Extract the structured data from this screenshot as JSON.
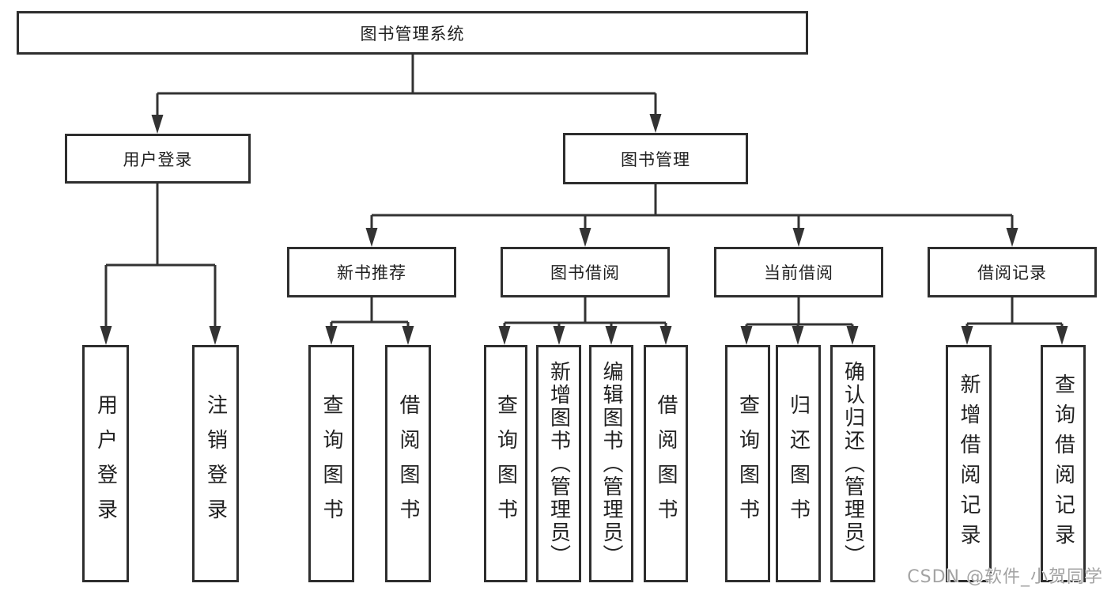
{
  "watermark": "CSDN @软件_小贺同学",
  "colors": {
    "line": "#333333",
    "border": "#2e2e2e",
    "text": "#222222",
    "watermark": "#a3a3a3"
  },
  "tree": {
    "label": "图书管理系统",
    "children": [
      {
        "label": "用户登录",
        "children": [
          {
            "label": "用户登录"
          },
          {
            "label": "注销登录"
          }
        ]
      },
      {
        "label": "图书管理",
        "children": [
          {
            "label": "新书推荐",
            "children": [
              {
                "label": "查询图书"
              },
              {
                "label": "借阅图书"
              }
            ]
          },
          {
            "label": "图书借阅",
            "children": [
              {
                "label": "查询图书"
              },
              {
                "label": "新增图书（管理员）"
              },
              {
                "label": "编辑图书（管理员）"
              },
              {
                "label": "借阅图书"
              }
            ]
          },
          {
            "label": "当前借阅",
            "children": [
              {
                "label": "查询图书"
              },
              {
                "label": "归还图书"
              },
              {
                "label": "确认归还（管理员）"
              }
            ]
          },
          {
            "label": "借阅记录",
            "children": [
              {
                "label": "新增借阅记录"
              },
              {
                "label": "查询借阅记录"
              }
            ]
          }
        ]
      }
    ]
  }
}
